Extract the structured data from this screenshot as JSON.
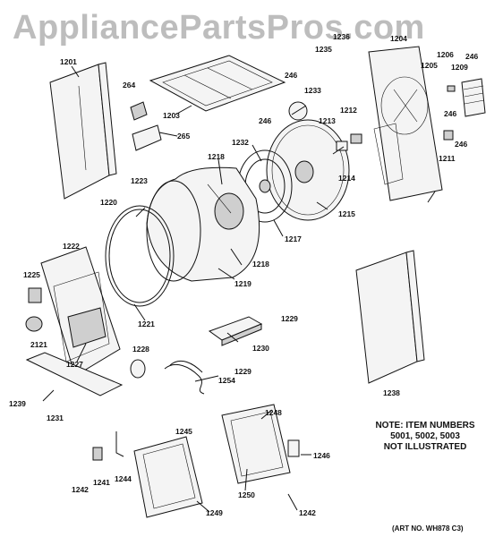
{
  "watermark": "AppliancePartsPros.com",
  "note": {
    "line1": "NOTE: ITEM NUMBERS",
    "line2": "5001, 5002, 5003",
    "line3": "NOT ILLUSTRATED"
  },
  "art_no": "(ART NO. WH878 C3)",
  "parts": [
    {
      "id": "p1201",
      "label": "1201"
    },
    {
      "id": "p264",
      "label": "264"
    },
    {
      "id": "p1203",
      "label": "1203"
    },
    {
      "id": "p265",
      "label": "265"
    },
    {
      "id": "p246a",
      "label": "246"
    },
    {
      "id": "p1233",
      "label": "1233"
    },
    {
      "id": "p1236",
      "label": "1236"
    },
    {
      "id": "p1235",
      "label": "1235"
    },
    {
      "id": "p1204",
      "label": "1204"
    },
    {
      "id": "p1206",
      "label": "1206"
    },
    {
      "id": "p246b",
      "label": "246"
    },
    {
      "id": "p1205",
      "label": "1205"
    },
    {
      "id": "p1209",
      "label": "1209"
    },
    {
      "id": "p246c",
      "label": "246"
    },
    {
      "id": "p246d",
      "label": "246"
    },
    {
      "id": "p1211",
      "label": "1211"
    },
    {
      "id": "p246e",
      "label": "246"
    },
    {
      "id": "p1212",
      "label": "1212"
    },
    {
      "id": "p1213",
      "label": "1213"
    },
    {
      "id": "p1214",
      "label": "1214"
    },
    {
      "id": "p1215",
      "label": "1215"
    },
    {
      "id": "p1232",
      "label": "1232"
    },
    {
      "id": "p1218a",
      "label": "1218"
    },
    {
      "id": "p1218b",
      "label": "1218"
    },
    {
      "id": "p1223",
      "label": "1223"
    },
    {
      "id": "p1220",
      "label": "1220"
    },
    {
      "id": "p1217",
      "label": "1217"
    },
    {
      "id": "p1219",
      "label": "1219"
    },
    {
      "id": "p1222",
      "label": "1222"
    },
    {
      "id": "p1225",
      "label": "1225"
    },
    {
      "id": "p1221",
      "label": "1221"
    },
    {
      "id": "p2121",
      "label": "2121"
    },
    {
      "id": "p1227",
      "label": "1227"
    },
    {
      "id": "p1228",
      "label": "1228"
    },
    {
      "id": "p1229a",
      "label": "1229"
    },
    {
      "id": "p1230",
      "label": "1230"
    },
    {
      "id": "p1229b",
      "label": "1229"
    },
    {
      "id": "p1254",
      "label": "1254"
    },
    {
      "id": "p1238",
      "label": "1238"
    },
    {
      "id": "p1239",
      "label": "1239"
    },
    {
      "id": "p1231",
      "label": "1231"
    },
    {
      "id": "p1248",
      "label": "1248"
    },
    {
      "id": "p1245",
      "label": "1245"
    },
    {
      "id": "p1246",
      "label": "1246"
    },
    {
      "id": "p1244",
      "label": "1244"
    },
    {
      "id": "p1241",
      "label": "1241"
    },
    {
      "id": "p1242a",
      "label": "1242"
    },
    {
      "id": "p1250",
      "label": "1250"
    },
    {
      "id": "p1249",
      "label": "1249"
    },
    {
      "id": "p1242b",
      "label": "1242"
    }
  ]
}
